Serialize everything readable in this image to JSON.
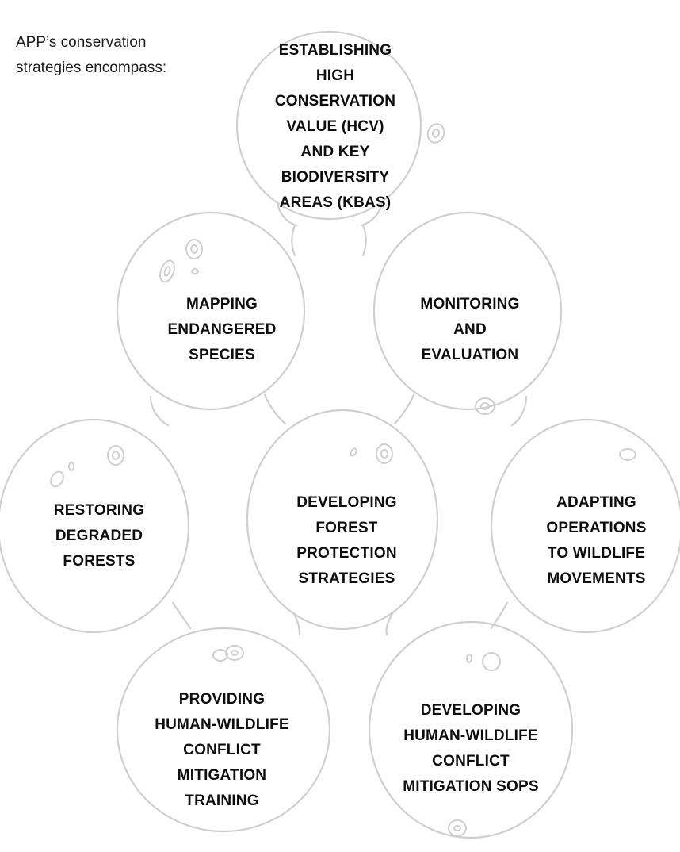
{
  "intro": {
    "lines": [
      "APP’s conservation",
      "strategies encompass:"
    ]
  },
  "strategies": [
    {
      "id": "hcv-kba",
      "lines": [
        "ESTABLISHING",
        "HIGH",
        "CONSERVATION",
        "VALUE (HCV)",
        "AND KEY",
        "BIODIVERSITY",
        "AREAS (KBAS)"
      ]
    },
    {
      "id": "mapping",
      "lines": [
        "MAPPING",
        "ENDANGERED",
        "SPECIES"
      ]
    },
    {
      "id": "monitoring",
      "lines": [
        "MONITORING",
        "AND",
        "EVALUATION"
      ]
    },
    {
      "id": "restoring",
      "lines": [
        "RESTORING",
        "DEGRADED",
        "FORESTS"
      ]
    },
    {
      "id": "forest-protection",
      "lines": [
        "DEVELOPING",
        "FOREST",
        "PROTECTION",
        "STRATEGIES"
      ]
    },
    {
      "id": "adapting",
      "lines": [
        "ADAPTING",
        "OPERATIONS",
        "TO WILDLIFE",
        "MOVEMENTS"
      ]
    },
    {
      "id": "training",
      "lines": [
        "PROVIDING",
        "HUMAN-WILDLIFE",
        "CONFLICT",
        "MITIGATION",
        "TRAINING"
      ]
    },
    {
      "id": "sops",
      "lines": [
        "DEVELOPING",
        "HUMAN-WILDLIFE",
        "CONFLICT",
        "MITIGATION SOPS"
      ]
    }
  ],
  "colors": {
    "outline": "#cfcfcf",
    "text": "#0d0d0d",
    "background": "#ffffff"
  }
}
